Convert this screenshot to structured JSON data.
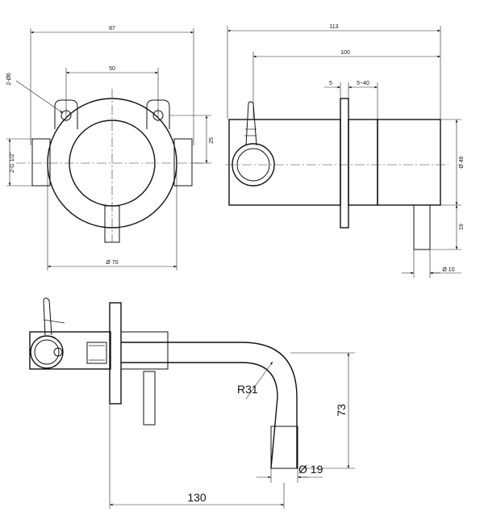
{
  "front_view": {
    "dim_width": "87",
    "dim_holes_spacing": "50",
    "dim_holes_label": "2-Ø6",
    "dim_inlet_label": "2-G 1/2\"",
    "dim_height": "25",
    "dim_flange_diameter": "Ø 70"
  },
  "side_view": {
    "dim_total_length": "113",
    "dim_body_length": "100",
    "dim_flange_thickness": "5",
    "dim_adjust_range": "5~40",
    "dim_body_diameter": "Ø 46",
    "dim_spout_height": "19",
    "dim_spout_diameter": "Ø 10"
  },
  "spout_view": {
    "dim_radius": "R31",
    "dim_spout_drop": "73",
    "dim_outlet_diameter": "Ø 19",
    "dim_projection": "130"
  }
}
